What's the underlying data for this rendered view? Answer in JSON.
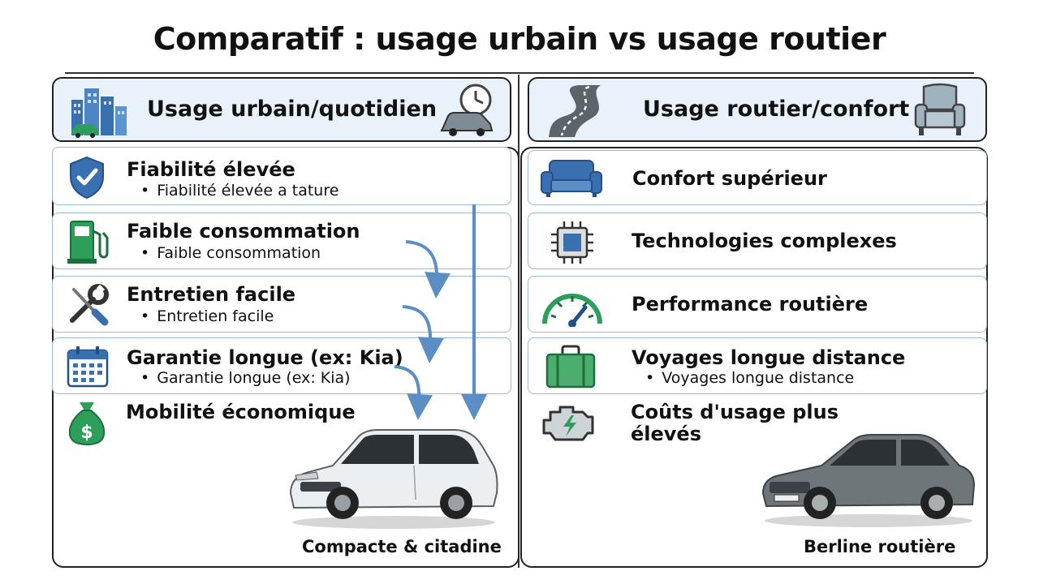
{
  "title": "Comparatif : usage urbain vs usage routier",
  "left": {
    "header": "Usage urbain/quotidien",
    "items": [
      {
        "title": "Fiabilité élevée",
        "sub": "Fiabilité élevée a tature",
        "icon": "shield-check-icon"
      },
      {
        "title": "Faible consommation",
        "sub": "Faible consommation",
        "icon": "fuel-pump-icon"
      },
      {
        "title": "Entretien facile",
        "sub": "Entretien facile",
        "icon": "wrench-screwdriver-icon"
      },
      {
        "title": "Garantie longue (ex: Kia)",
        "sub": "Garantie longue (ex: Kia)",
        "icon": "calendar-icon"
      },
      {
        "title": "Mobilité économique",
        "icon": "money-bag-icon"
      }
    ],
    "caption": "Compacte & citadine",
    "car_color": "#e9ecef"
  },
  "right": {
    "header": "Usage routier/confort",
    "items": [
      {
        "title": "Confort supérieur",
        "icon": "sofa-icon"
      },
      {
        "title": "Technologies complexes",
        "icon": "chip-icon"
      },
      {
        "title": "Performance routière",
        "icon": "speedometer-icon"
      },
      {
        "title": "Voyages longue distance",
        "sub": "Voyages longue distance",
        "icon": "suitcase-icon"
      },
      {
        "title_line1": "Coûts d'usage plus",
        "title_line2": "élevés",
        "icon": "engine-warning-icon"
      }
    ],
    "caption": "Berline routière",
    "car_color": "#6f7679"
  },
  "colors": {
    "header_bg": "#e9f1fa",
    "row_border": "#9bbad6",
    "arrow": "#5b8ec4",
    "icon_blue": "#3a6fb0",
    "icon_green": "#2e9e5b"
  }
}
